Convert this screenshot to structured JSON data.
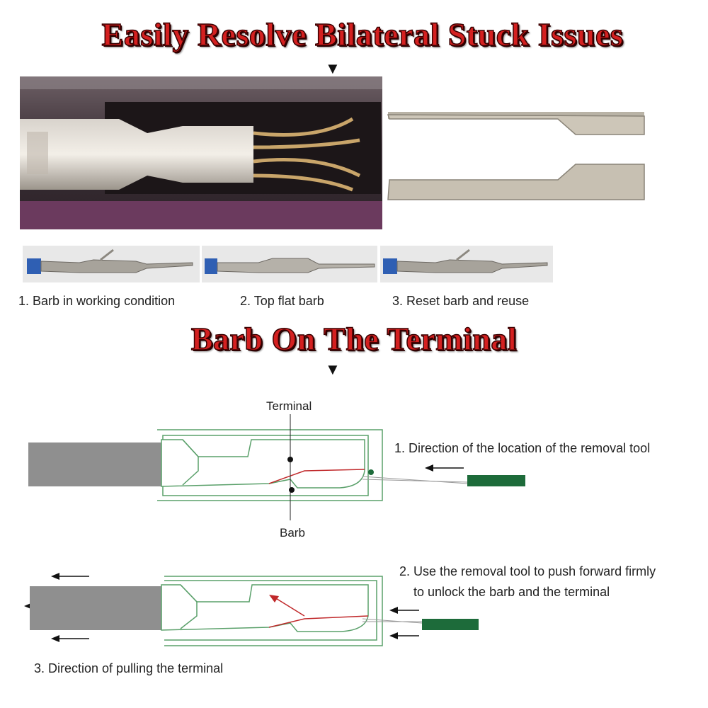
{
  "headings": {
    "top": "Easily Resolve Bilateral Stuck Issues",
    "middle": "Barb On The Terminal",
    "marker": "▼"
  },
  "photos": {
    "captions": [
      "1. Barb in working condition",
      "2. Top flat barb",
      "3. Reset barb and reuse"
    ]
  },
  "diagram": {
    "terminal_label": "Terminal",
    "barb_label": "Barb",
    "step1": "1. Direction of the location of the removal tool",
    "step2_line1": "2. Use the removal tool to push forward firmly",
    "step2_line2": "to unlock the barb and the terminal",
    "step3": "3. Direction of pulling the terminal"
  },
  "colors": {
    "headline": "#d42020",
    "housing_outline": "#5aa06a",
    "barb_line": "#c0282a",
    "tool": "#1d6b3a",
    "wire": "#9a9a9a"
  }
}
